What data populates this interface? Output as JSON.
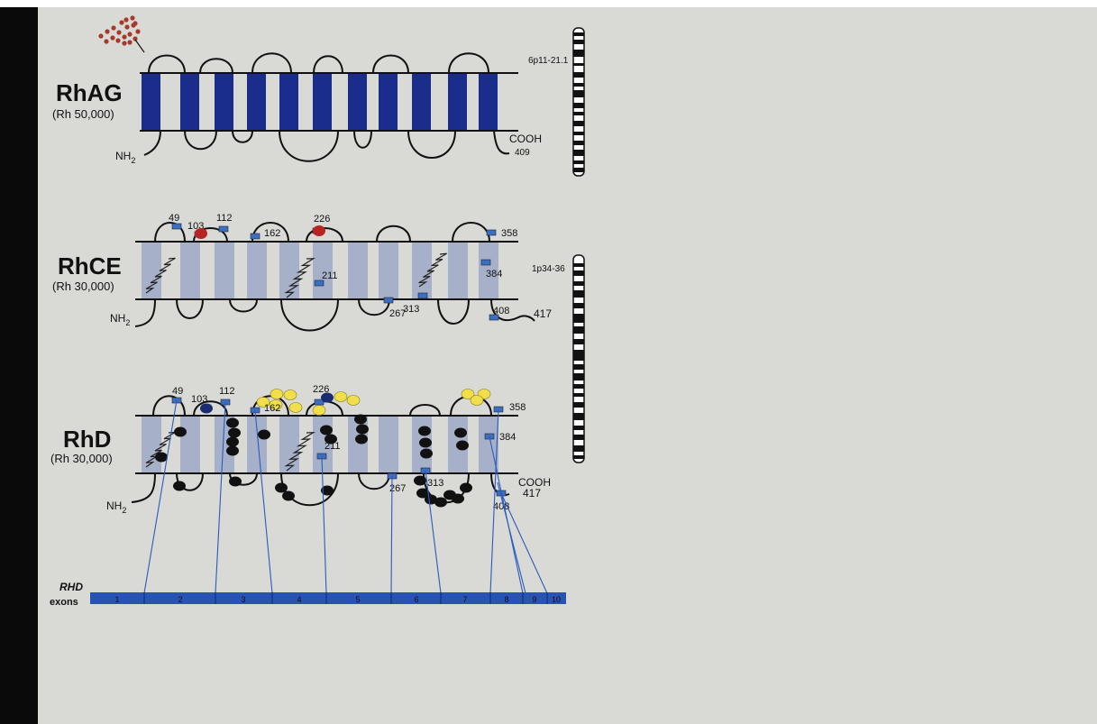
{
  "colors": {
    "rhag_band": "#1a2c8c",
    "rh_band": "#a6b0c8",
    "site_marker": "#3b6fbf",
    "red_residue": "#b82323",
    "navy_residue": "#1a2c6e",
    "yellow_residue": "#f0df4a",
    "black_residue": "#111111",
    "glycan": "#a53a2b",
    "exon_bar": "#2853b0",
    "connector": "#2a5bbf"
  },
  "rhag": {
    "name": "RhAG",
    "mass": "(Rh 50,000)",
    "n_term": "NH",
    "n_term_sub": "2",
    "c_term": "COOH",
    "c_term_num": "409",
    "locus": "6p11-21.1"
  },
  "rhce": {
    "name": "RhCE",
    "mass": "(Rh 30,000)",
    "n_term": "NH",
    "n_term_sub": "2",
    "c_term_num": "417",
    "locus": "1p34-36",
    "sites": [
      "49",
      "103",
      "112",
      "162",
      "226",
      "211",
      "267",
      "313",
      "358",
      "384",
      "408"
    ]
  },
  "rhd": {
    "name": "RhD",
    "mass": "(Rh 30,000)",
    "n_term": "NH",
    "n_term_sub": "2",
    "c_term": "COOH",
    "c_term_num": "417",
    "sites": [
      "49",
      "103",
      "112",
      "162",
      "226",
      "211",
      "267",
      "313",
      "358",
      "384",
      "408"
    ]
  },
  "exons": {
    "gene": "RHD",
    "word": "exons",
    "numbers": [
      "1",
      "2",
      "3",
      "4",
      "5",
      "6",
      "7",
      "8",
      "9",
      "10"
    ]
  }
}
